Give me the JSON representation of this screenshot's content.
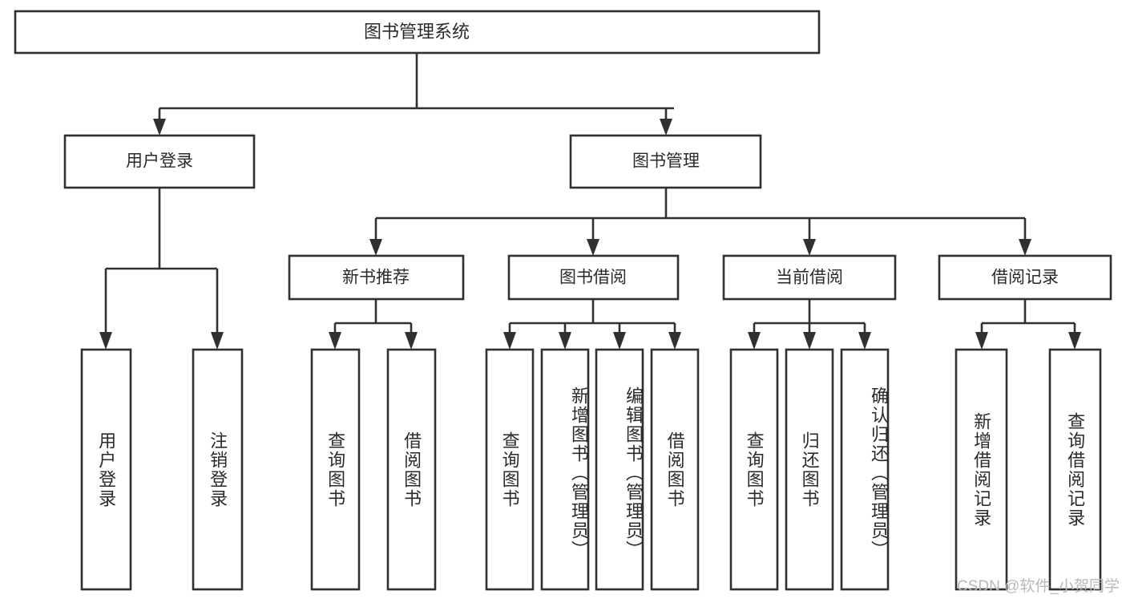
{
  "diagram": {
    "title": "图书管理系统",
    "type": "tree",
    "levels": 4,
    "root": {
      "id": "root",
      "label": "图书管理系统",
      "orientation": "horizontal"
    },
    "level2": [
      {
        "id": "user-login",
        "label": "用户登录",
        "orientation": "horizontal"
      },
      {
        "id": "book-manage",
        "label": "图书管理",
        "orientation": "horizontal"
      }
    ],
    "level3": [
      {
        "id": "new-book-recommend",
        "label": "新书推荐",
        "orientation": "horizontal",
        "parent": "book-manage"
      },
      {
        "id": "book-borrow",
        "label": "图书借阅",
        "orientation": "horizontal",
        "parent": "book-manage"
      },
      {
        "id": "current-borrow",
        "label": "当前借阅",
        "orientation": "horizontal",
        "parent": "book-manage"
      },
      {
        "id": "borrow-record",
        "label": "借阅记录",
        "orientation": "horizontal",
        "parent": "book-manage"
      }
    ],
    "leaves": {
      "user_login": [
        {
          "id": "leaf-user-login",
          "label": "用户登录"
        },
        {
          "id": "leaf-user-logout",
          "label": "注销登录"
        }
      ],
      "new_book_recommend": [
        {
          "id": "leaf-query-book-1",
          "label": "查询图书"
        },
        {
          "id": "leaf-borrow-book-1",
          "label": "借阅图书"
        }
      ],
      "book_borrow": [
        {
          "id": "leaf-query-book-2",
          "label": "查询图书"
        },
        {
          "id": "leaf-add-book",
          "label": "新增图书（管理员）"
        },
        {
          "id": "leaf-edit-book",
          "label": "编辑图书（管理员）"
        },
        {
          "id": "leaf-borrow-book-2",
          "label": "借阅图书"
        }
      ],
      "current_borrow": [
        {
          "id": "leaf-query-book-3",
          "label": "查询图书"
        },
        {
          "id": "leaf-return-book",
          "label": "归还图书"
        },
        {
          "id": "leaf-confirm-return",
          "label": "确认归还（管理员）"
        }
      ],
      "borrow_record": [
        {
          "id": "leaf-add-record",
          "label": "新增借阅记录"
        },
        {
          "id": "leaf-query-record",
          "label": "查询借阅记录"
        }
      ]
    },
    "colors": {
      "background": "#ffffff",
      "box_fill": "#ffffff",
      "box_stroke": "#30302f",
      "text": "#2a2a2a",
      "connector": "#30302f",
      "watermark": "#b9b9b9"
    }
  },
  "watermark": {
    "text": "CSDN @软件_小贺同学"
  }
}
